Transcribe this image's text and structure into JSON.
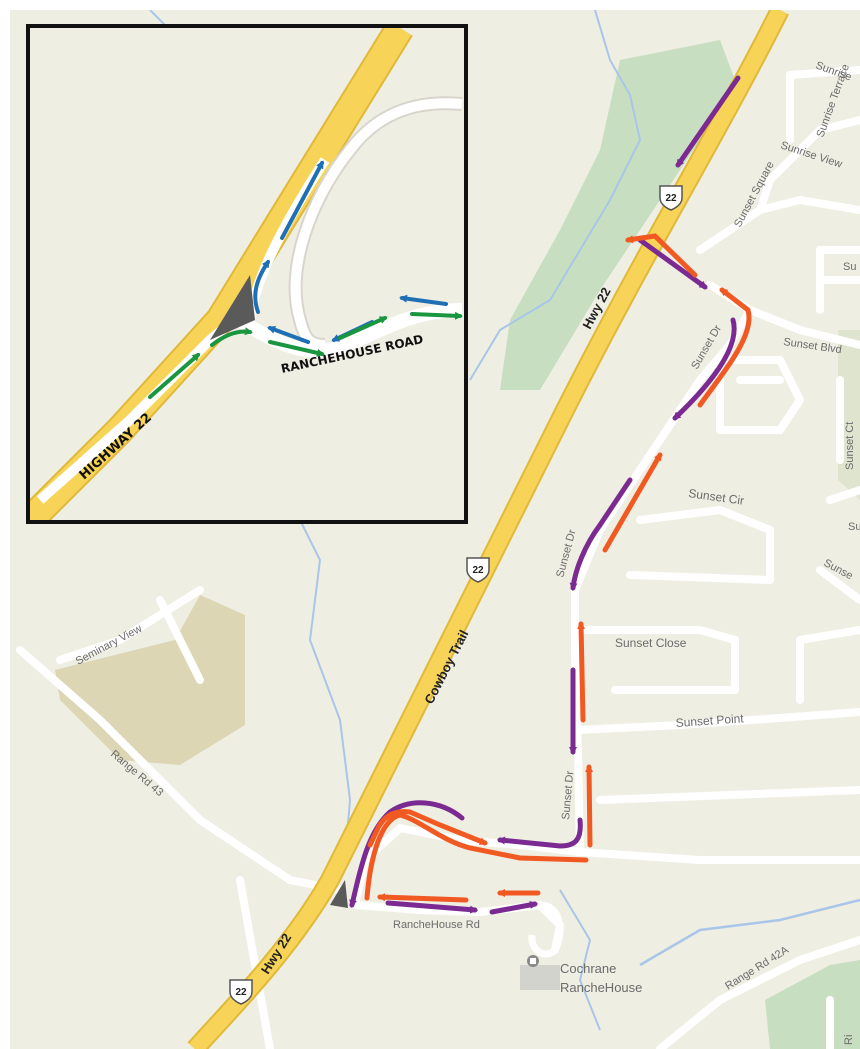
{
  "map": {
    "highway_shield": "22",
    "labels": {
      "hwy22_top": "Hwy 22",
      "hwy22_bottom": "Hwy 22",
      "cowboy_trail": "Cowboy Trail",
      "sunset_dr_1": "Sunset Dr",
      "sunset_dr_2": "Sunset Dr",
      "sunset_dr_3": "Sunset Dr",
      "sunset_square": "Sunset Square",
      "sunrise": "Sunrise",
      "sunrise_terrace": "Sunrise Terrace",
      "sunrise_view": "Sunrise View",
      "sunset_blvd": "Sunset Blvd",
      "sunset_cir": "Sunset Cir",
      "sunset_close": "Sunset Close",
      "sunset_point": "Sunset Point",
      "seminary_view": "Seminary View",
      "range_rd_43": "Range Rd 43",
      "range_rd_42a": "Range Rd 42A",
      "ranchehouse_rd": "RancheHouse Rd",
      "cochrane": "Cochrane",
      "ranchehouse": "RancheHouse",
      "edge_su_1": "Su",
      "edge_su_2": "Su",
      "edge_sunset_ct": "Sunset Ct",
      "edge_sunse": "Sunse",
      "edge_ri": "Ri"
    },
    "colors": {
      "background": "#efeee3",
      "road": "#ffffff",
      "road_edge": "#d0cec2",
      "highway": "#f7d457",
      "highway_edge": "#e0b83a",
      "park": "#c7dfc0",
      "field": "#dcd6b4",
      "water": "#a9c6e8",
      "route_purple": "#7b2a91",
      "route_orange": "#f05a22"
    }
  },
  "inset": {
    "highway_label": "HIGHWAY 22",
    "road_label": "RANCHEHOUSE ROAD",
    "colors": {
      "route_blue": "#1f6fb5",
      "route_green": "#1a9641",
      "island": "#5a5a5a"
    }
  }
}
